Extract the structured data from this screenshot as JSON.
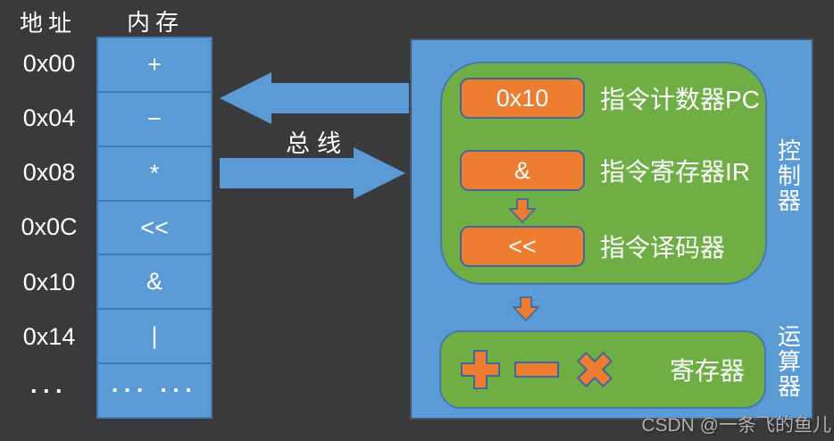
{
  "colors": {
    "background": "#3a3a3d",
    "blue": "#5b9bd5",
    "green": "#6fae44",
    "orange": "#ed7d31",
    "table_border": "#4379ae",
    "box_border": "#44679b"
  },
  "memory_panel": {
    "address_header": "地址",
    "memory_header": "内存",
    "rows": [
      {
        "address": "0x00",
        "value": "+"
      },
      {
        "address": "0x04",
        "value": "−"
      },
      {
        "address": "0x08",
        "value": "*"
      },
      {
        "address": "0x0C",
        "value": "<<"
      },
      {
        "address": "0x10",
        "value": "&"
      },
      {
        "address": "0x14",
        "value": "|"
      },
      {
        "address": "···",
        "value": "··· ···"
      }
    ]
  },
  "bus": {
    "label": "总线"
  },
  "cpu": {
    "controller": {
      "label": "控制器",
      "rows": [
        {
          "box": "0x10",
          "label": "指令计数器PC"
        },
        {
          "box": "&",
          "label": "指令寄存器IR"
        },
        {
          "box": "<<",
          "label": "指令译码器"
        }
      ]
    },
    "alu": {
      "label": "运算器",
      "register_label": "寄存器",
      "op_icons": [
        "plus",
        "minus",
        "times"
      ]
    }
  },
  "watermark": "CSDN @一条飞的鱼儿"
}
